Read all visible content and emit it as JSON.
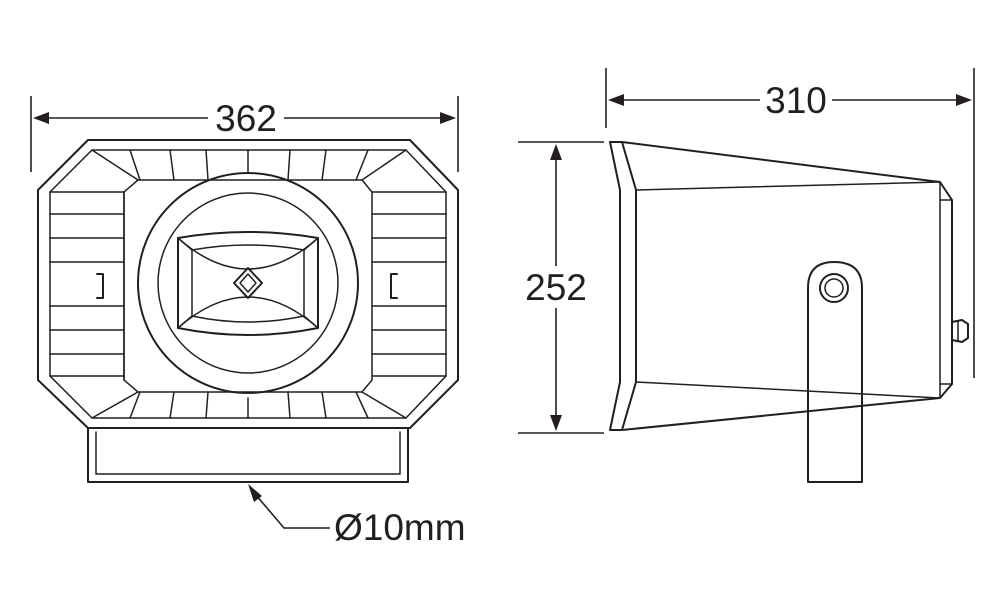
{
  "labels": {
    "width": "362",
    "depth": "310",
    "height": "252",
    "mount": "Ø10mm"
  },
  "colors": {
    "line": "#231f20",
    "background": "#ffffff"
  }
}
